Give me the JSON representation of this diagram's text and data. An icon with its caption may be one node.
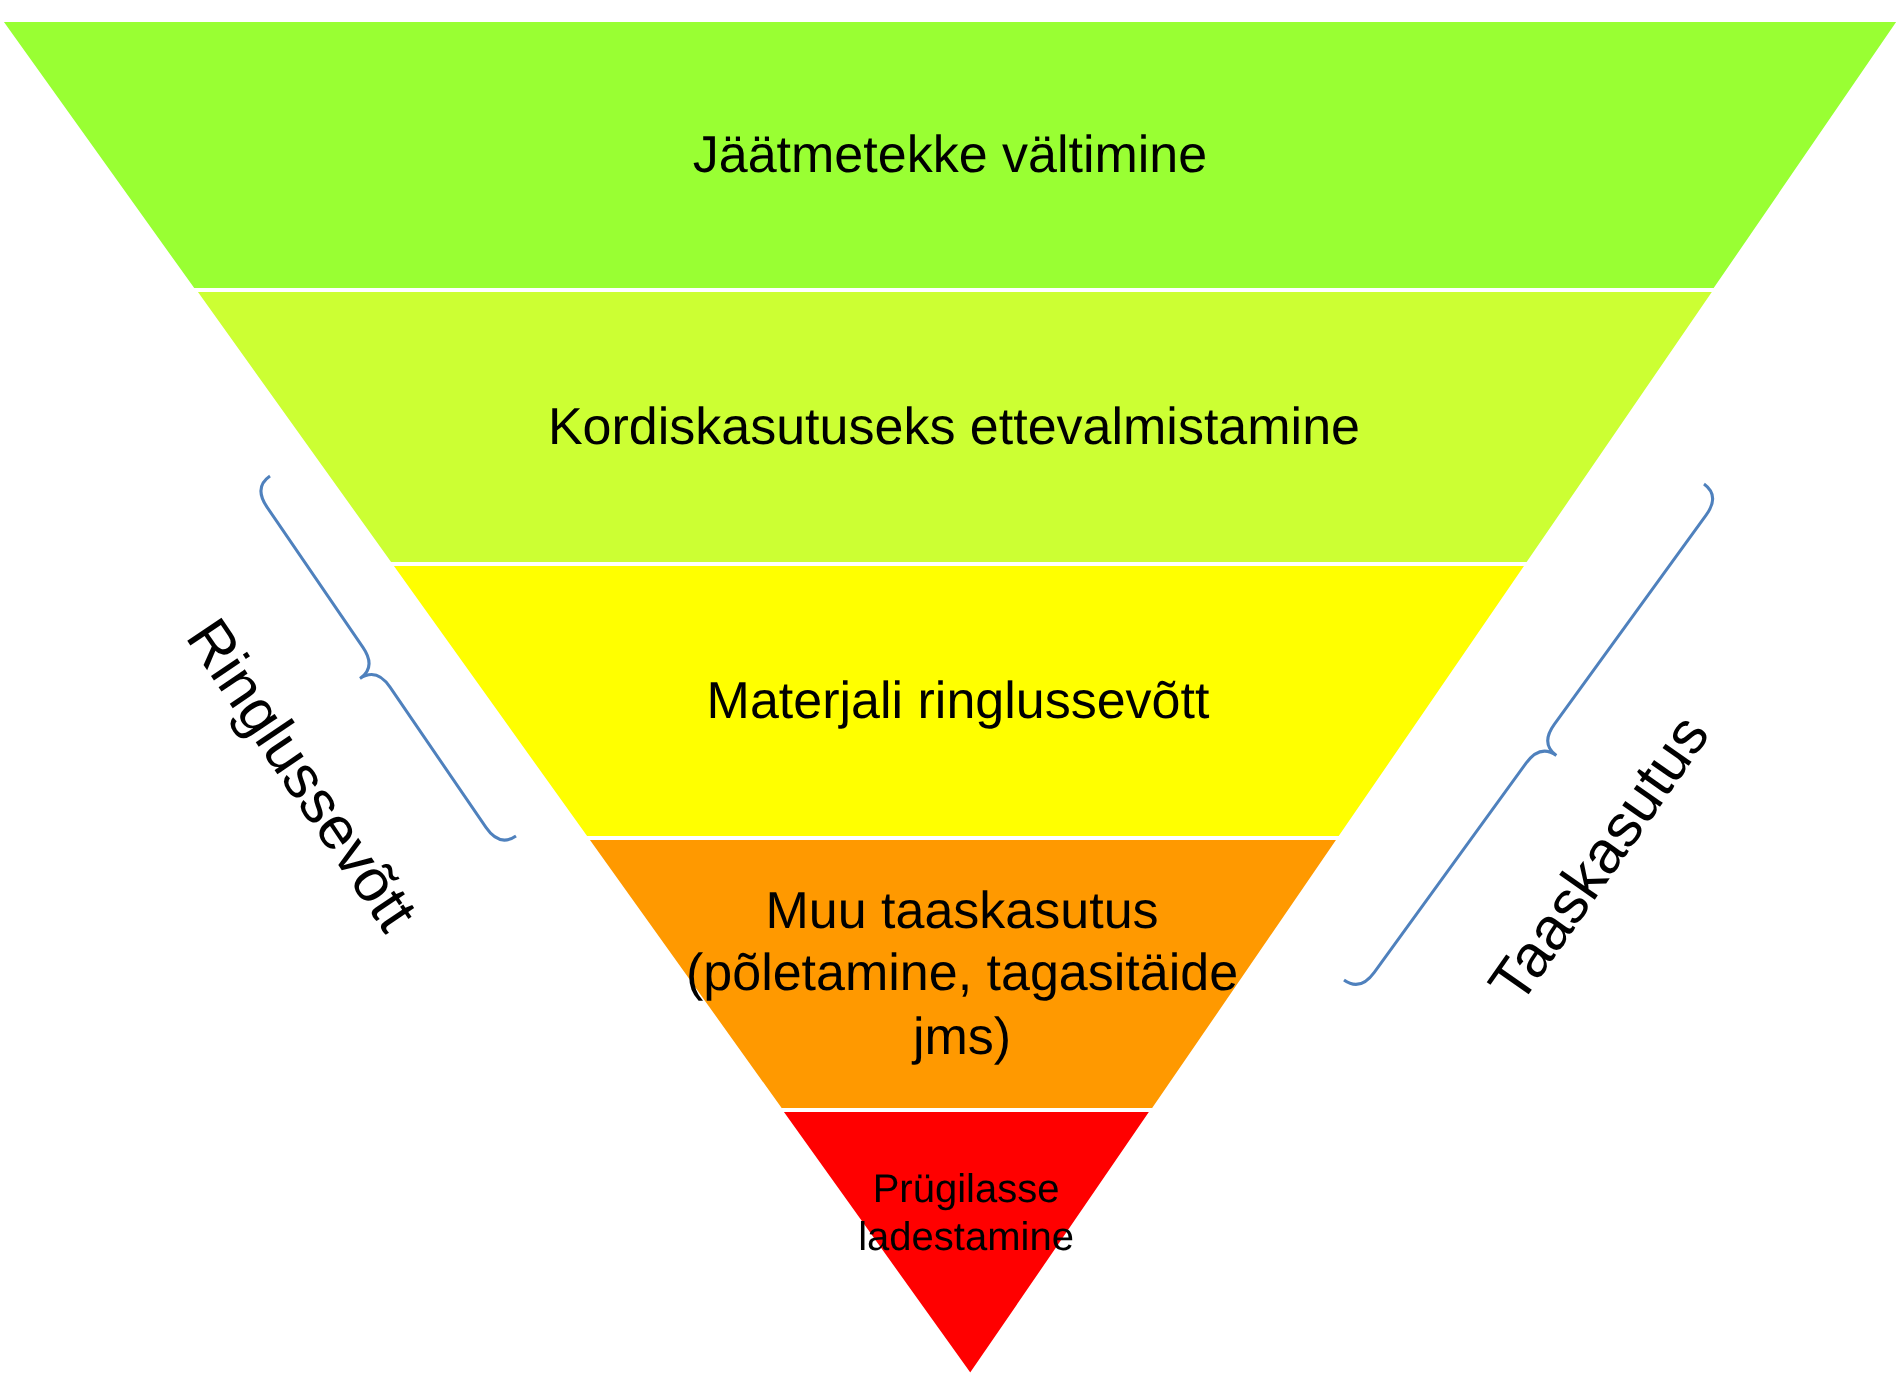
{
  "diagram": {
    "nodes": [
      {
        "text": [
          "Jäätmetekke vältimine"
        ]
      },
      {
        "text": [
          "Kordiskasutuseks ettevalmistamine"
        ]
      },
      {
        "text": [
          "Materjali ringlussevõtt"
        ]
      },
      {
        "text": [
          "Muu taaskasutus (põletamine, tagasitäide jms)"
        ]
      },
      {
        "text": [
          "Prügilasse ladestamine"
        ]
      }
    ],
    "edges": [],
    "labels": [
      "Ringlussevõtt",
      "Taaskasutus"
    ]
  }
}
